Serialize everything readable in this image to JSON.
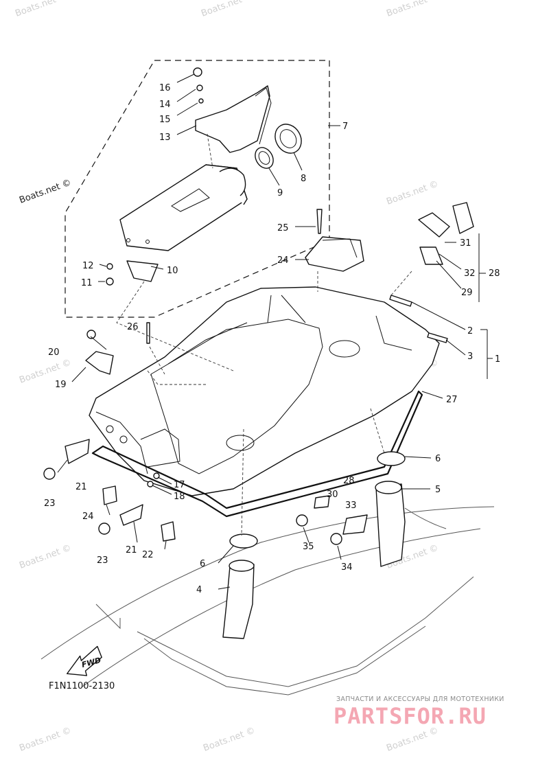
{
  "diagram": {
    "code": "F1N1100-2130",
    "fwd_label": "FWD",
    "callouts": [
      {
        "id": "c16",
        "text": "16"
      },
      {
        "id": "c14",
        "text": "14"
      },
      {
        "id": "c15",
        "text": "15"
      },
      {
        "id": "c13",
        "text": "13"
      },
      {
        "id": "c7",
        "text": "7"
      },
      {
        "id": "c8",
        "text": "8"
      },
      {
        "id": "c9",
        "text": "9"
      },
      {
        "id": "c25",
        "text": "25"
      },
      {
        "id": "c24a",
        "text": "24"
      },
      {
        "id": "c31",
        "text": "31"
      },
      {
        "id": "c32",
        "text": "32"
      },
      {
        "id": "c28a",
        "text": "28"
      },
      {
        "id": "c29",
        "text": "29"
      },
      {
        "id": "c12",
        "text": "12"
      },
      {
        "id": "c11",
        "text": "11"
      },
      {
        "id": "c10",
        "text": "10"
      },
      {
        "id": "c26",
        "text": "26"
      },
      {
        "id": "c2",
        "text": "2"
      },
      {
        "id": "c3",
        "text": "3"
      },
      {
        "id": "c1",
        "text": "1"
      },
      {
        "id": "c20",
        "text": "20"
      },
      {
        "id": "c19",
        "text": "19"
      },
      {
        "id": "c27",
        "text": "27"
      },
      {
        "id": "c6a",
        "text": "6"
      },
      {
        "id": "c5",
        "text": "5"
      },
      {
        "id": "c23a",
        "text": "23"
      },
      {
        "id": "c21a",
        "text": "21"
      },
      {
        "id": "c17",
        "text": "17"
      },
      {
        "id": "c18",
        "text": "18"
      },
      {
        "id": "c28b",
        "text": "28"
      },
      {
        "id": "c30",
        "text": "30"
      },
      {
        "id": "c33",
        "text": "33"
      },
      {
        "id": "c24b",
        "text": "24"
      },
      {
        "id": "c21b",
        "text": "21"
      },
      {
        "id": "c22",
        "text": "22"
      },
      {
        "id": "c35",
        "text": "35"
      },
      {
        "id": "c23b",
        "text": "23"
      },
      {
        "id": "c6b",
        "text": "6"
      },
      {
        "id": "c34",
        "text": "34"
      },
      {
        "id": "c4",
        "text": "4"
      }
    ]
  },
  "watermarks": {
    "site": "Boats.net ©"
  },
  "branding": {
    "tagline": "ЗАПЧАСТИ И АКСЕССУАРЫ ДЛЯ МОТОТЕХНИКИ",
    "logo_text": "PARTSFOR.RU"
  }
}
